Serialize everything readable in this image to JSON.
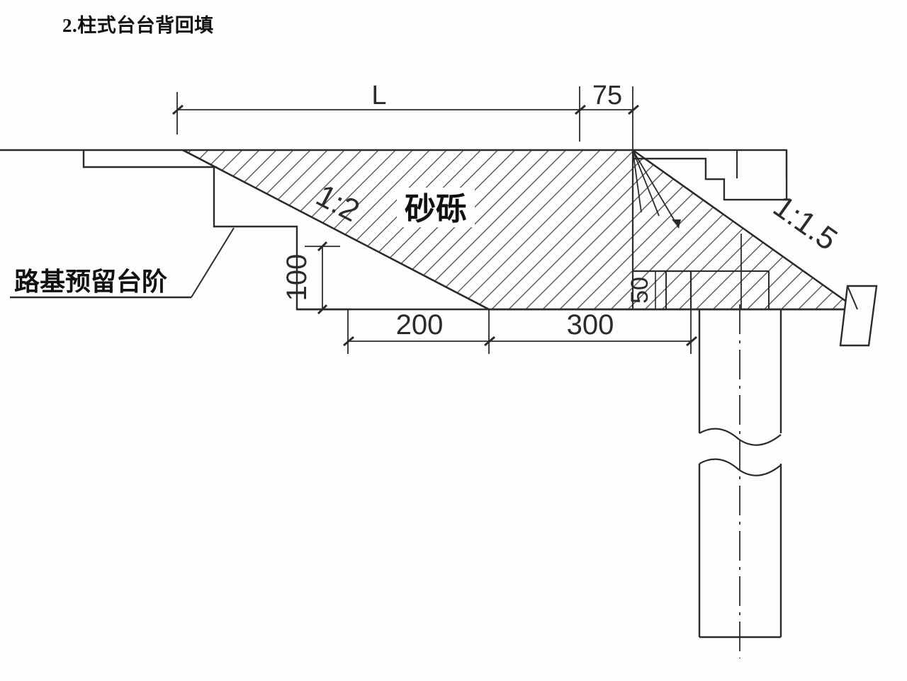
{
  "document": {
    "title": "2.柱式台台背回填",
    "title_number": "2.",
    "title_body": "柱式台台背回填"
  },
  "drawing": {
    "type": "engineering-cross-section",
    "description": "桥台台背回填断面图",
    "labels": {
      "material_fill": "砂砾",
      "subgrade_step": "路基预留台阶"
    },
    "dimensions": {
      "top_span": "L",
      "top_right": "75",
      "bottom_left": "200",
      "bottom_right": "300",
      "vertical_left": "100",
      "vertical_right": "50"
    },
    "slopes": {
      "left_slope": "1:2",
      "right_slope": "1:1.5"
    },
    "colors": {
      "line": "#2b2b2b",
      "hatch": "#4a4a4a",
      "background": "#fdfdfd",
      "text": "#111111"
    },
    "line_weights": {
      "outline": 2.6,
      "thin": 1.6,
      "hatch": 1.5,
      "dim": 1.6
    }
  }
}
